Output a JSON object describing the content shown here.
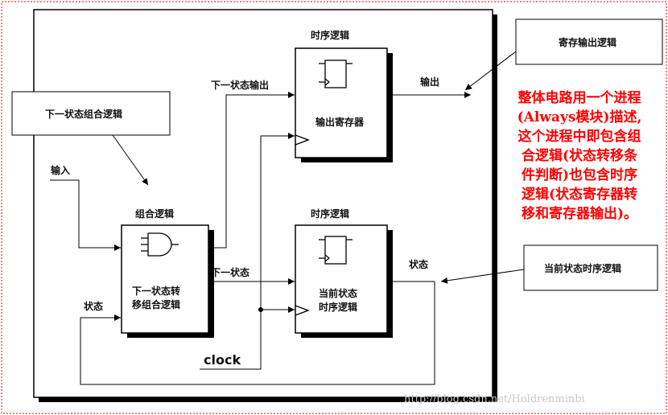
{
  "labels": {
    "next_state_comb_logic": "下一状态组合逻辑",
    "reg_output_logic": "寄存输出逻辑",
    "curr_state_seq_logic": "当前状态时序逻辑",
    "seq_logic_top": "时序逻辑",
    "seq_logic_bottom": "时序逻辑",
    "comb_logic": "组合逻辑",
    "next_state_output": "下一状态输出",
    "output": "输出",
    "output_register": "输出寄存器",
    "input": "输入",
    "next_state": "下一状态",
    "state_right": "状态",
    "state_left": "状态",
    "clock": "clock",
    "comb_block_line1": "下一状态转",
    "comb_block_line2": "移组合逻辑",
    "state_reg_line1": "当前状态",
    "state_reg_line2": "时序逻辑"
  },
  "note": {
    "lines": [
      "整体电路用一个进程",
      "(Always模块)描述,",
      "这个进程中即包含组",
      "合逻辑(状态转移条",
      "件判断)也包含时序",
      "逻辑(状态寄存器转",
      "移和寄存器输出)。"
    ],
    "color": "#ff0000"
  },
  "watermark": "http://blog.csdn.net/Holdrenminbi",
  "colors": {
    "border_dotted": "#ff0000",
    "lines": "#000000"
  }
}
